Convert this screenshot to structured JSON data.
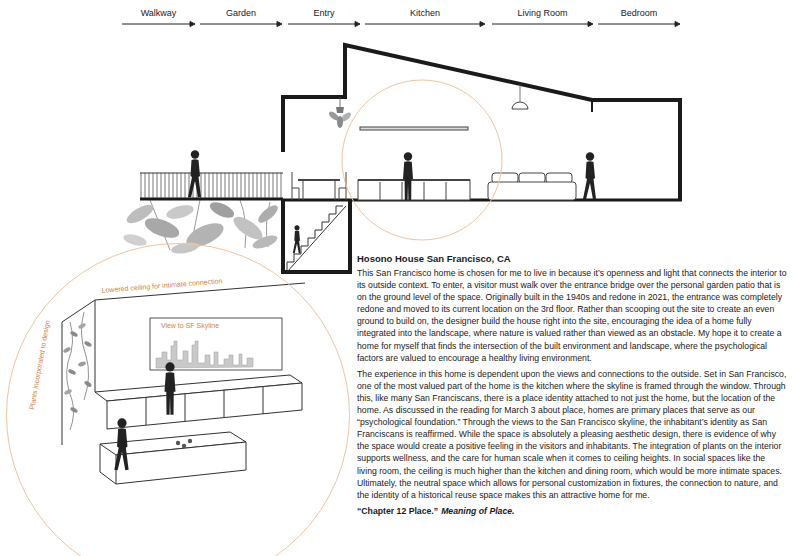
{
  "diagram": {
    "title": "Hosono House San Francisco, CA",
    "nodes": [
      {
        "text": [
          "Lowered ceiling for intimate connection",
          "Plants incorporated to design",
          "View to SF Skyline"
        ]
      }
    ],
    "labels": [
      "Walkway",
      "Garden",
      "Entry",
      "Kitchen",
      "Living Room",
      "Bedroom",
      "This San Francisco home is chosen for me to live in because it’s openness and light that connects the interior to its outside context. To enter, a visitor must walk over the entrance bridge over the personal garden patio that is on the ground level of the space. Originally built in the 1940s and redone in 2021, the entrance was completely redone and moved to its current location on the 3rd floor. Rather than scooping out the site to create an even ground to build on, the designer build the house right into the site, encouraging the idea of a home fully integrated into the landscape, where nature is valued rather than viewed as an obstacle. My hope it to create a home for myself that finds the intersection of the built environment and landscape, where the psychological factors are valued to encourage a healthy living environment.",
      "The experience in this home is dependent upon the views and connections to the outside. Set in San Francisco, one of the most valued part of the home is the kitchen where the skyline is framed through the window. Through this, like many San Franciscans, there is a place identity attached to not just the home, but the location of the home. As discussed in the reading for March 3 about place, homes are primary places that serve as our “psychological foundation.” Through the views to the San Francisco skyline, the inhabitant’s identity as San Franciscans is reaffirmed. While the space is absolutely a pleasing aesthetic design, there is evidence of why the space would create a positive feeling in the visitors and inhabitants. The integration of plants on the interior supports wellness, and the care for human scale when it comes to ceiling heights. In social spaces like the living room, the ceiling is much higher than the kitchen and dining room, which would be more intimate spaces. Ultimately, the neutral space which allows for personal customization in fixtures, the connection to nature, and the identity of a historical reuse space makes this an attractive home for me.",
      "“Chapter 12 Place.”",
      "Meaning of Place."
    ]
  }
}
